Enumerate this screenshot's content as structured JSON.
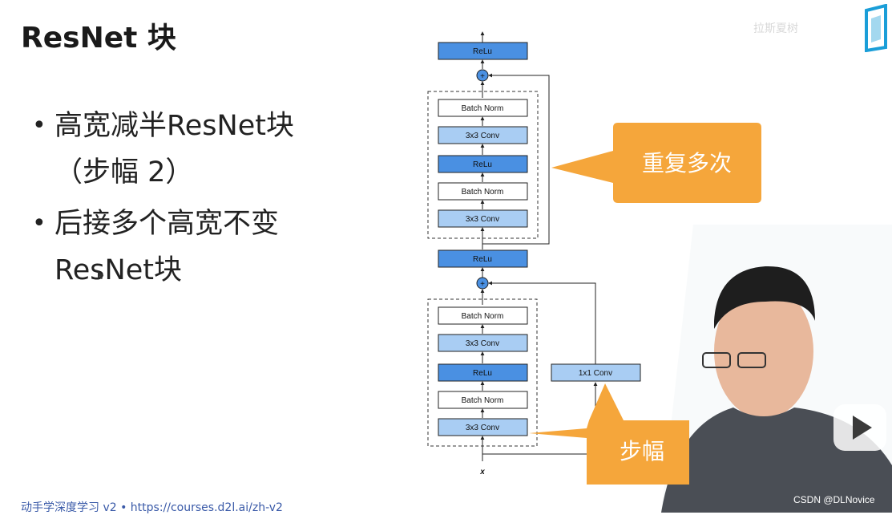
{
  "slide": {
    "title": "ResNet 块",
    "bullets": [
      "高宽减半ResNet块（步幅 2）",
      "后接多个高宽不变ResNet块"
    ],
    "footer": "动手学深度学习 v2 • https://courses.d2l.ai/zh-v2"
  },
  "diagram": {
    "upper_block": {
      "relu_out": "ReLu",
      "layers": [
        "Batch Norm",
        "3x3 Conv",
        "ReLu",
        "Batch Norm",
        "3x3 Conv"
      ]
    },
    "middle_relu": "ReLu",
    "lower_block": {
      "layers": [
        "Batch Norm",
        "3x3 Conv",
        "ReLu",
        "Batch Norm",
        "3x3 Conv"
      ]
    },
    "shortcut": "1x1 Conv",
    "input_label": "x",
    "plus_symbol": "+",
    "colors": {
      "dark_box": "#4a90e2",
      "light_box": "#a9cdf3",
      "white_box": "#ffffff",
      "callout": "#f5a63b"
    }
  },
  "callouts": {
    "repeat": "重复多次",
    "stride": "步幅"
  },
  "overlay": {
    "watermark": "CSDN @DLNovice",
    "faint_text": "拉斯夏树",
    "icons": [
      "play-icon",
      "bilibili-logo-icon",
      "cursor-icon"
    ]
  }
}
